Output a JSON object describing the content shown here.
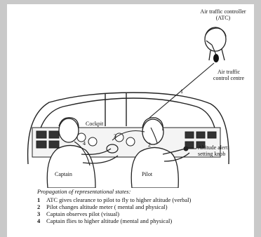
{
  "labels": {
    "atc": "Air traffic controller",
    "atc_abbr": "(ATC)",
    "centre_line1": "Air traffic",
    "centre_line2": "control centre",
    "cockpit": "Cockpit",
    "altimeter_line1": "Altitude alert",
    "altimeter_line2": "setting knob",
    "captain": "Captain",
    "pilot": "Pilot",
    "link1": "1",
    "link2": "2",
    "link3": "3",
    "link4": "4"
  },
  "caption": {
    "title": "Propagation of representational states:",
    "steps": [
      {
        "num": "1",
        "text": "ATC gives clearance to pilot to fly to higher altitude (verbal)"
      },
      {
        "num": "2",
        "text": "Pilot changes altitude meter ( mental and physical)"
      },
      {
        "num": "3",
        "text": "Captain observes pilot (visual)"
      },
      {
        "num": "4",
        "text": "Captain flies to higher altitude (mental and physical)"
      }
    ]
  }
}
